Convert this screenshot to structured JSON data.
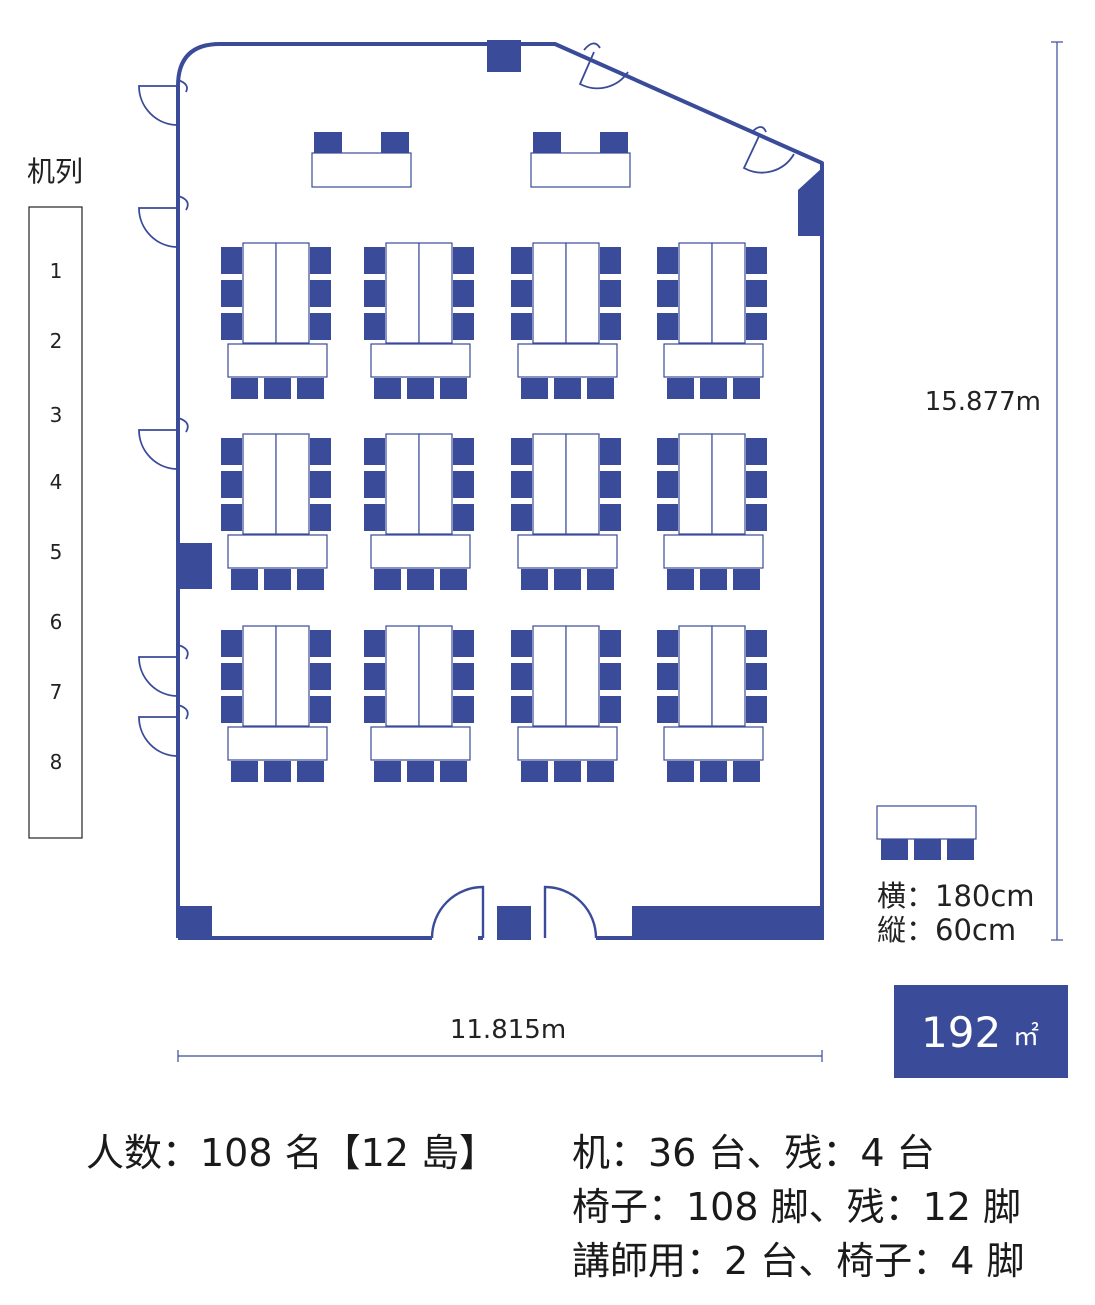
{
  "colors": {
    "primary": "#3a4b9a",
    "outline": "#3a4b9a",
    "table_fill": "#ffffff",
    "text": "#222222"
  },
  "legend": {
    "title": "机列",
    "row_numbers": [
      "1",
      "2",
      "3",
      "4",
      "5",
      "6",
      "7",
      "8"
    ]
  },
  "dimensions": {
    "width": "11.815m",
    "height": "15.877m"
  },
  "table_sample": {
    "width_label": "横：180cm",
    "depth_label": "縦：60cm"
  },
  "area": {
    "value": "192",
    "unit": "㎡"
  },
  "layout": {
    "island_count": 12,
    "desks_per_island": 3,
    "chairs_per_island": 9,
    "island_columns": 4,
    "island_rows": 3,
    "lecturer_desks": 2,
    "lecturer_chairs": 4
  },
  "summary": {
    "capacity": "人数：108 名【12 島】",
    "desks": "机：36 台、残：4 台",
    "chairs": "椅子：108 脚、残：12 脚",
    "lecturer": "講師用：2 台、椅子：4 脚"
  }
}
